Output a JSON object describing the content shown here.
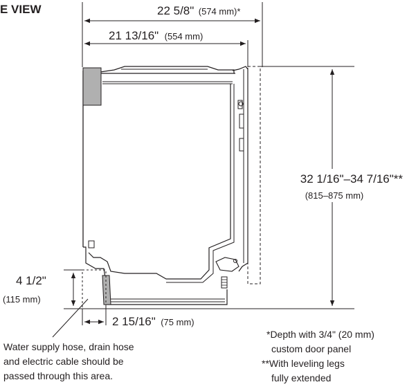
{
  "title": "E VIEW",
  "dims": {
    "overall_depth": {
      "main": "22 5/8\"",
      "sub": "(574 mm)*"
    },
    "cabinet_depth": {
      "main": "21 13/16\"",
      "sub": "(554 mm)"
    },
    "height": {
      "main": "32 1/16\"–34 7/16\"**",
      "sub": "(815–875 mm)"
    },
    "passage_height": {
      "main": "4 1/2\"",
      "sub": "(115 mm)"
    },
    "passage_width": {
      "main": "2 15/16\"",
      "sub": "(75 mm)"
    }
  },
  "notes": {
    "passage": [
      "Water supply hose, drain hose",
      "and electric cable should be",
      "passed through this area."
    ],
    "footnote_1": [
      "*Depth with 3/4\" (20 mm)",
      "custom door panel"
    ],
    "footnote_2": [
      "**With leveling legs",
      "fully extended"
    ]
  }
}
